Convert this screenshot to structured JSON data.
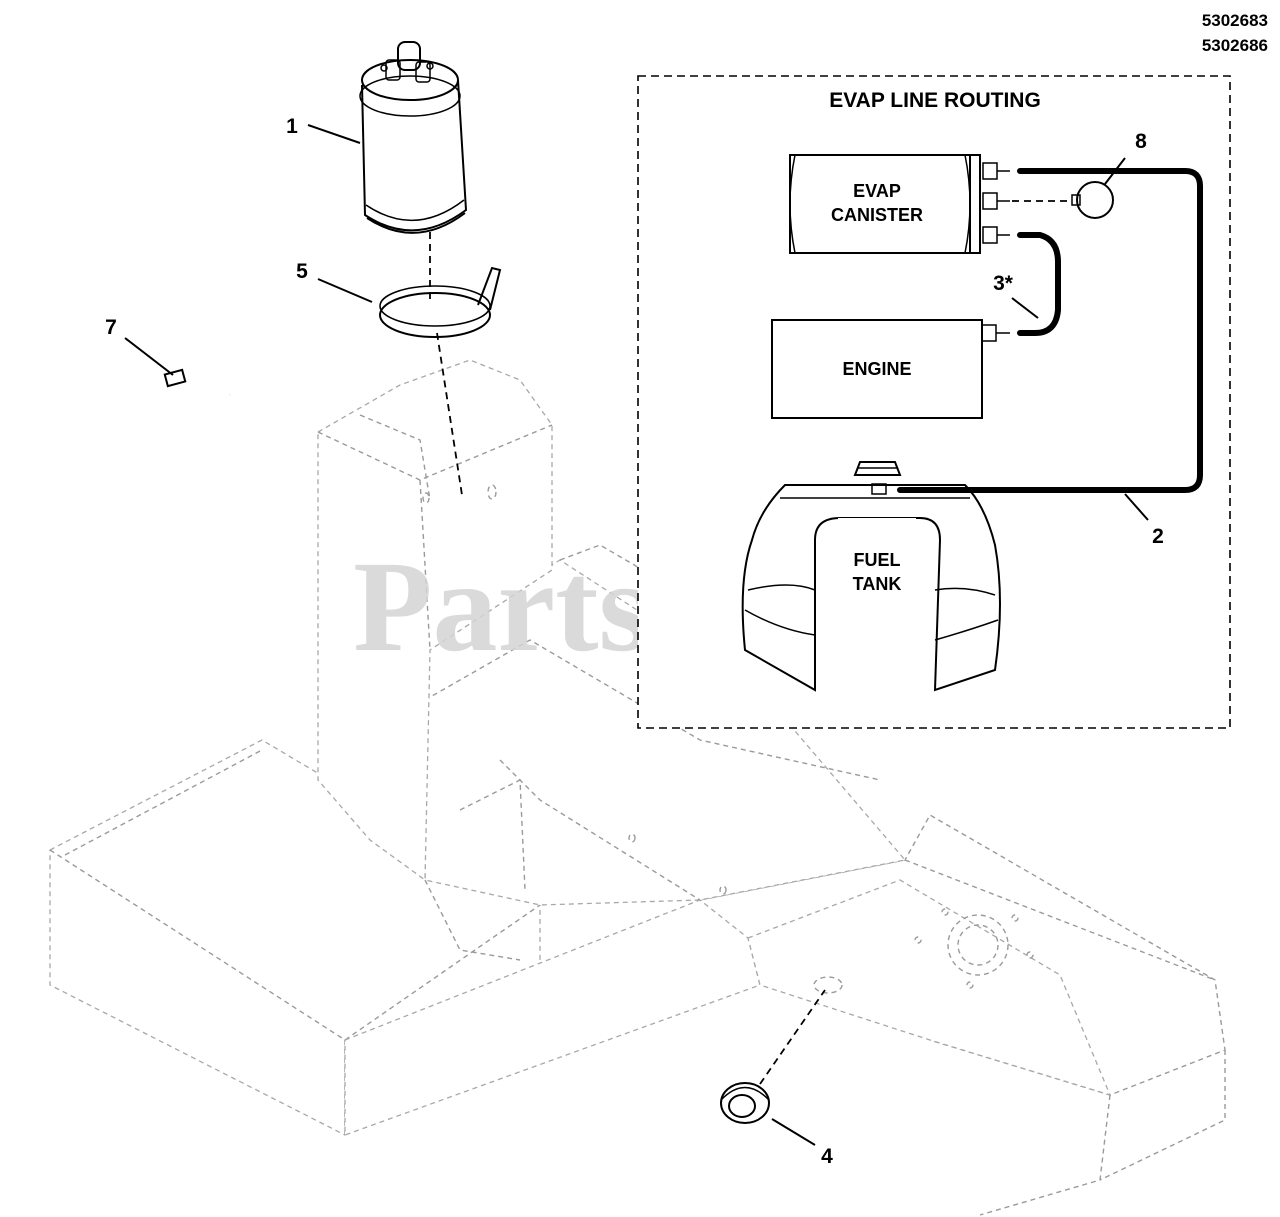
{
  "part_numbers": [
    "5302683",
    "5302686"
  ],
  "inset": {
    "title": "EVAP LINE ROUTING",
    "canister_label_line1": "EVAP",
    "canister_label_line2": "CANISTER",
    "engine_label": "ENGINE",
    "tank_label_line1": "FUEL",
    "tank_label_line2": "TANK"
  },
  "callouts": {
    "c1": "1",
    "c2": "2",
    "c3": "3*",
    "c4": "4",
    "c5": "5",
    "c7": "7",
    "c8": "8"
  },
  "watermark": "PartsTree",
  "watermark_mark": "™",
  "colors": {
    "line": "#000000",
    "frame": "#9a9a9a",
    "watermark": "#d3d3d3"
  }
}
